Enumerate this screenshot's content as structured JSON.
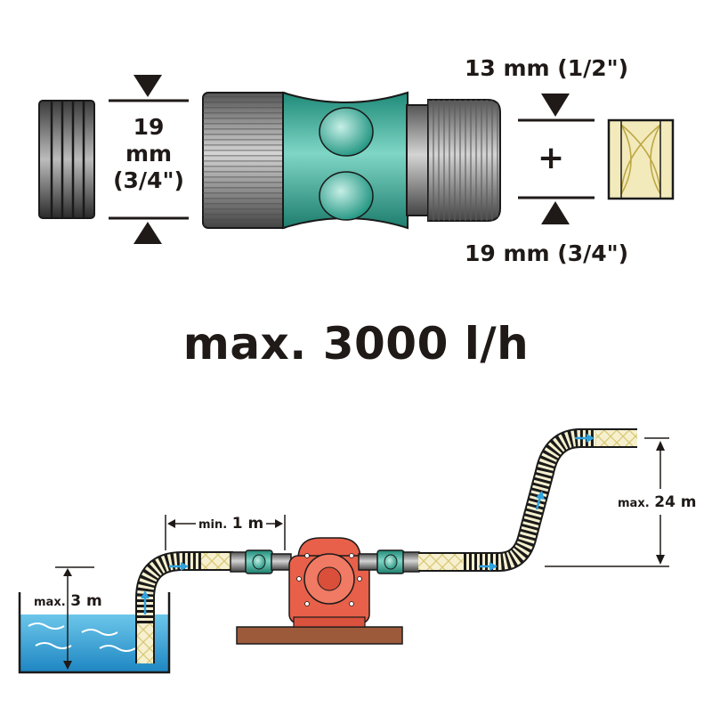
{
  "fitting": {
    "left_size_line1": "19",
    "left_size_line2": "mm",
    "left_size_line3": "(3/4\")",
    "top_right_size": "13 mm (1/2\")",
    "bottom_right_size": "19 mm (3/4\")",
    "plus": "+"
  },
  "headline": "max. 3000 l/h",
  "setup": {
    "suction_prefix": "max.",
    "suction_value": "3 m",
    "distance_prefix": "min.",
    "distance_value": "1 m",
    "delivery_prefix": "max.",
    "delivery_value": "24 m"
  },
  "colors": {
    "text": "#1f1a17",
    "connector_teal": "#3fb7a3",
    "pump_red": "#e8604a",
    "water_blue": "#3aa8d9",
    "hose_yellow": "#f3eabb",
    "base_brown": "#9c5a3a",
    "flow_arrow": "#2ea3e0"
  }
}
